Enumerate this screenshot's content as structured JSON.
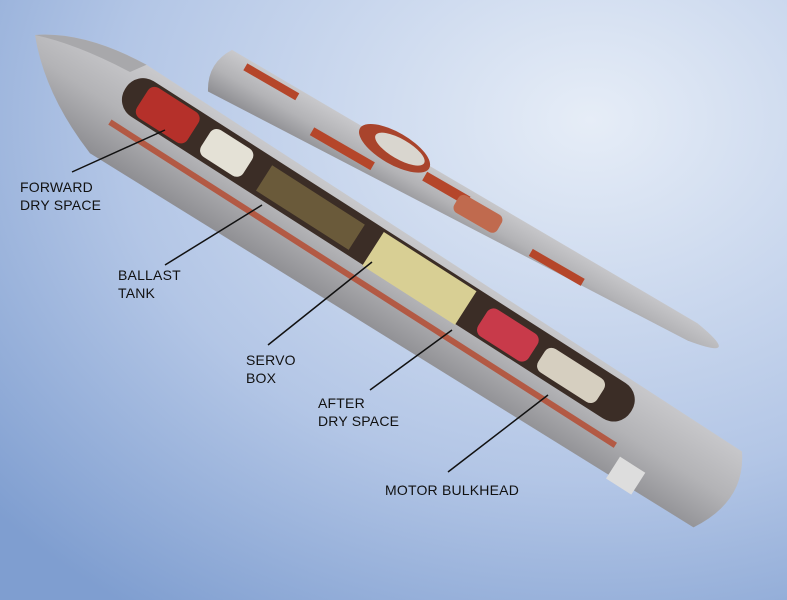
{
  "labels": {
    "forward_dry_space": [
      "FORWARD",
      "DRY SPACE"
    ],
    "ballast_tank": [
      "BALLAST",
      "TANK"
    ],
    "servo_box": [
      "SERVO",
      "BOX"
    ],
    "after_dry_space": [
      "AFTER",
      "DRY SPACE"
    ],
    "motor_bulkhead": [
      "MOTOR BULKHEAD"
    ]
  },
  "colors": {
    "background_light": "#dfe8f4",
    "background_dark": "#7f9ed0",
    "hull_gray": "#b3b3b6",
    "primer_red": "#b5462a"
  }
}
